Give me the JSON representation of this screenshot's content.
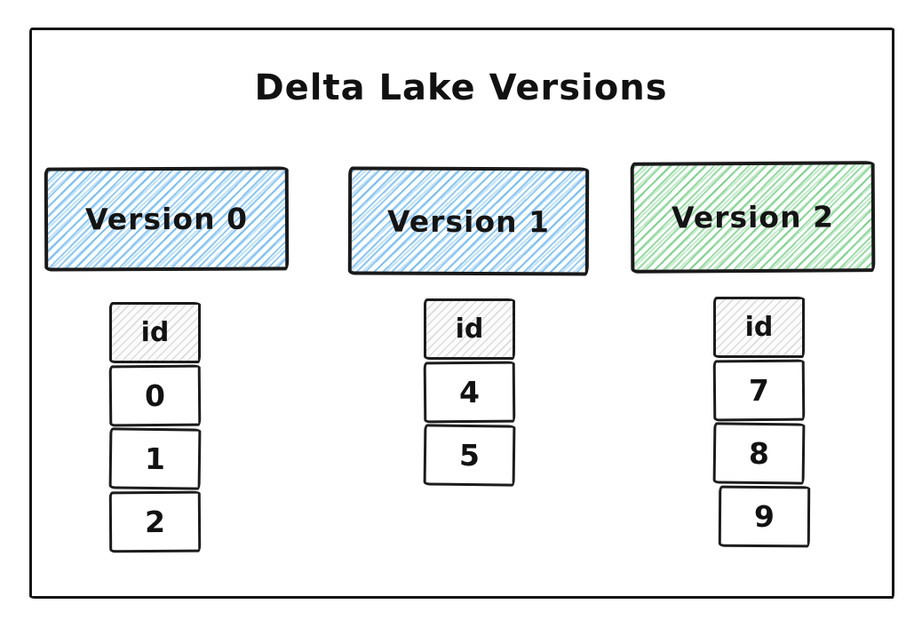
{
  "title": "Delta Lake Versions",
  "colors": {
    "blue_hatch": "#4dabf7",
    "green_hatch": "#40c057",
    "gray_hatch": "#d9d9d9",
    "ink": "#1b1b1b"
  },
  "versions": [
    {
      "label": "Version 0",
      "fill": "blue",
      "header": "id",
      "ids": [
        "0",
        "1",
        "2"
      ]
    },
    {
      "label": "Version 1",
      "fill": "blue",
      "header": "id",
      "ids": [
        "4",
        "5"
      ]
    },
    {
      "label": "Version 2",
      "fill": "green",
      "header": "id",
      "ids": [
        "7",
        "8",
        "9"
      ]
    }
  ]
}
